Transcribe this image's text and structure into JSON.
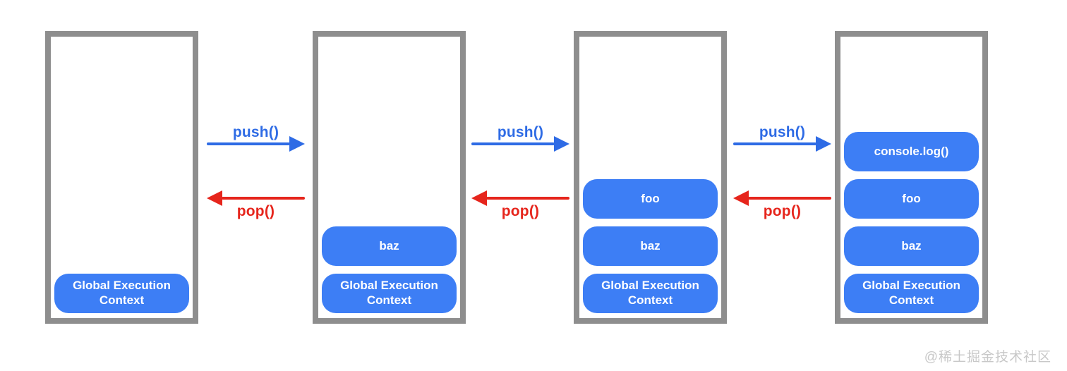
{
  "arrows": {
    "push_label": "push()",
    "pop_label": "pop()",
    "push_color": "#2e6be5",
    "pop_color": "#e6251c"
  },
  "stacks": [
    {
      "name": "stack-state-1",
      "frames": [
        {
          "label": "Global Execution Context"
        }
      ]
    },
    {
      "name": "stack-state-2",
      "frames": [
        {
          "label": "baz"
        },
        {
          "label": "Global Execution Context"
        }
      ]
    },
    {
      "name": "stack-state-3",
      "frames": [
        {
          "label": "foo"
        },
        {
          "label": "baz"
        },
        {
          "label": "Global Execution Context"
        }
      ]
    },
    {
      "name": "stack-state-4",
      "frames": [
        {
          "label": "console.log()"
        },
        {
          "label": "foo"
        },
        {
          "label": "baz"
        },
        {
          "label": "Global Execution Context"
        }
      ]
    }
  ],
  "colors": {
    "frame_fill": "#3d7ef5",
    "frame_text": "#ffffff",
    "stack_border": "#8e8e8e",
    "watermark_text": "#c8c8c8"
  },
  "watermark": {
    "text": "@稀土掘金技术社区"
  }
}
